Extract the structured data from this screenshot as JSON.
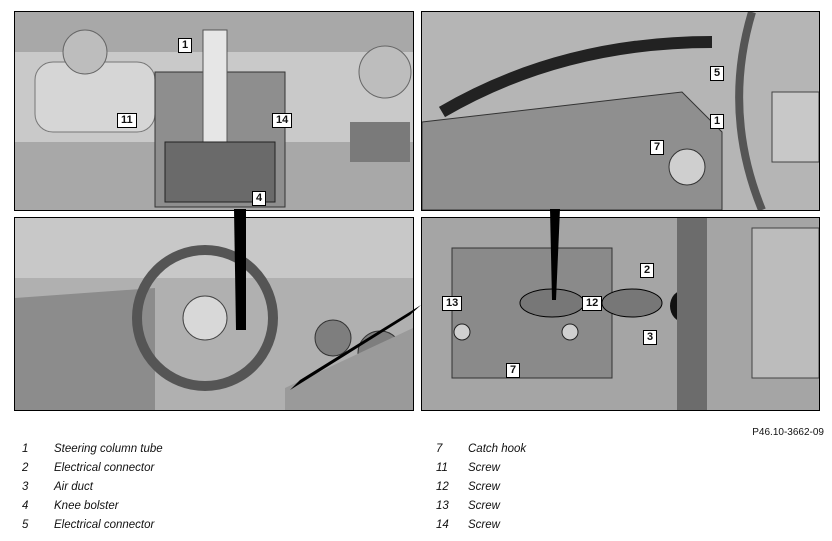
{
  "figure_ref": "P46.10-3662-09",
  "callouts": {
    "tl_1": "1",
    "tl_11": "11",
    "tl_14": "14",
    "tl_4": "4",
    "tr_5": "5",
    "tr_1": "1",
    "tr_7": "7",
    "br_2": "2",
    "br_13": "13",
    "br_12": "12",
    "br_3": "3",
    "br_7": "7"
  },
  "legend_left": [
    {
      "num": "1",
      "text": "Steering column tube"
    },
    {
      "num": "2",
      "text": "Electrical connector"
    },
    {
      "num": "3",
      "text": "Air duct"
    },
    {
      "num": "4",
      "text": "Knee bolster"
    },
    {
      "num": "5",
      "text": "Electrical connector"
    }
  ],
  "legend_right": [
    {
      "num": "7",
      "text": "Catch hook"
    },
    {
      "num": "11",
      "text": "Screw"
    },
    {
      "num": "12",
      "text": "Screw"
    },
    {
      "num": "13",
      "text": "Screw"
    },
    {
      "num": "14",
      "text": "Screw"
    }
  ]
}
